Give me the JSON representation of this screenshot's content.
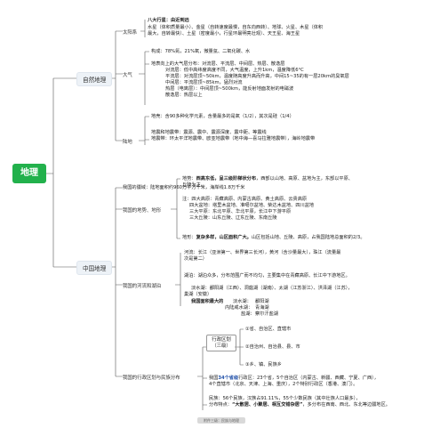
{
  "root": {
    "label": "地理"
  },
  "branches": {
    "natural": {
      "label": "自然地理"
    },
    "china": {
      "label": "中国地理"
    }
  },
  "natural": {
    "solar": {
      "label": "太阳系",
      "title": "八大行星：由近到远",
      "lines": [
        "水星（体积质量最小）、金星（自转速度最慢，自东向西转）、地球、火星、木星（体积",
        "最大，自转最快）、土星（密度最小，行星环最明亮壮观）、天王星、海王星"
      ]
    },
    "atmosphere": {
      "label": "大气",
      "lines": [
        "构成：78%氮，21%氧，微量氩、二氧化碳、水",
        "地表向上的大气层分布：对流层、平流层、中间层、热层、散逸层",
        "对流层：低中高纬度高度不同，大气温度，上升1km，温度降低6°C",
        "平流层：对流层顶~50km，温度随高度升高而升高，中间15~35的有一层20km的臭氧层",
        "中间层：平流层顶~85km，猛烈对流",
        "热层（电离层）：中间层顶~500km，能反射地面发射的电磁波",
        "散逸层：热层以上"
      ]
    },
    "land": {
      "label": "陆地",
      "lines": [
        "地壳：含90多种化学元素，含量最多的是氧（1/2），其次是硅（1/4）",
        "地震和地震带：震源、震中、震源深度、震中距、等震线",
        "地震带：环太平洋地震带、欧亚地震带（地中海—喜马拉雅地震带），海岭地震带"
      ]
    }
  },
  "china": {
    "territory": {
      "text": "我国的疆域：陆地面积约960万平方千米，海岸线1.8万千米"
    },
    "terrain": {
      "label": "我国的地势、地形",
      "line1a": "地势：",
      "line1b": "西高东低，呈三级阶梯状分布",
      "line1c": "，西部以山地、高原、盆地为主，东部以平原、",
      "line2": "丘陵为主。",
      "notes": [
        "注：四大高原：青藏高原、内蒙古高原、黄土高原、云贵高原",
        "四大盆地：塔里木盆地、准噶尔盆地、柴达木盆地、四川盆地",
        "三大平原：东北平原、华北平原，长江中下游平原",
        "三大丘陵：山东丘陵、辽东丘陵、东南丘陵"
      ],
      "line3a": "地形：",
      "line3b": "复杂多样，山区面积广大。",
      "line3c": "山区包括山地、丘陵、高原，占我国陆地总面积的2/3。"
    },
    "rivers": {
      "label": "我国的河流和湖泊",
      "lines": [
        "河流：长江（亚洲第一、世界第三长河），黄河（含沙量最大），珠江（流量最",
        "次是第二）",
        "湖泊：湖泊众多，分布范围广而不均匀，主要集中在青藏高原、长江中下游地区。",
        "淡水湖：鄱阳湖（江西）、洞庭湖（湖南）、太湖（江苏浙江）、洪泽湖（江苏），",
        "巢湖（安徽）"
      ],
      "largest_a": "我国面积最大的",
      "largest_rows": [
        {
          "k": "淡水湖：",
          "v": "鄱阳湖"
        },
        {
          "k": "内陆咸水湖：",
          "v": "青海湖"
        },
        {
          "k": "盐湖：",
          "v": "察尔汗盐湖"
        }
      ]
    },
    "admin": {
      "label": "我国的行政区划与民族分布",
      "box_label_1": "行政区划",
      "box_label_2": "（三级）",
      "levels": [
        "①省、自治区、直辖市",
        "②自治州、自治县、县、市",
        "③乡、镇、民族乡"
      ],
      "summary1a": "我国",
      "summary1b": "34个省级",
      "summary1c": "行政区：23个省，5个自治区（内蒙古、新疆、西藏、宁夏、广西），",
      "summary2": "4个直辖市（北京、天津、上海、重庆），2个特别行政区（香港、澳门）。",
      "ethnic1": "民族：56个民族，汉族占91.11%，55个少数民族（其中壮族人口最多），",
      "ethnic2a": "分布特点：",
      "ethnic2b": "“大散居、小聚居、相互交错杂居”",
      "ethnic2c": "，多分布在西南、西北、东北等边疆地区。"
    }
  },
  "footer": {
    "text": "附件三级：民族与地理"
  },
  "colors": {
    "root": "#22b14c",
    "branch_bg": "#edf2f7",
    "line": "#555555"
  }
}
